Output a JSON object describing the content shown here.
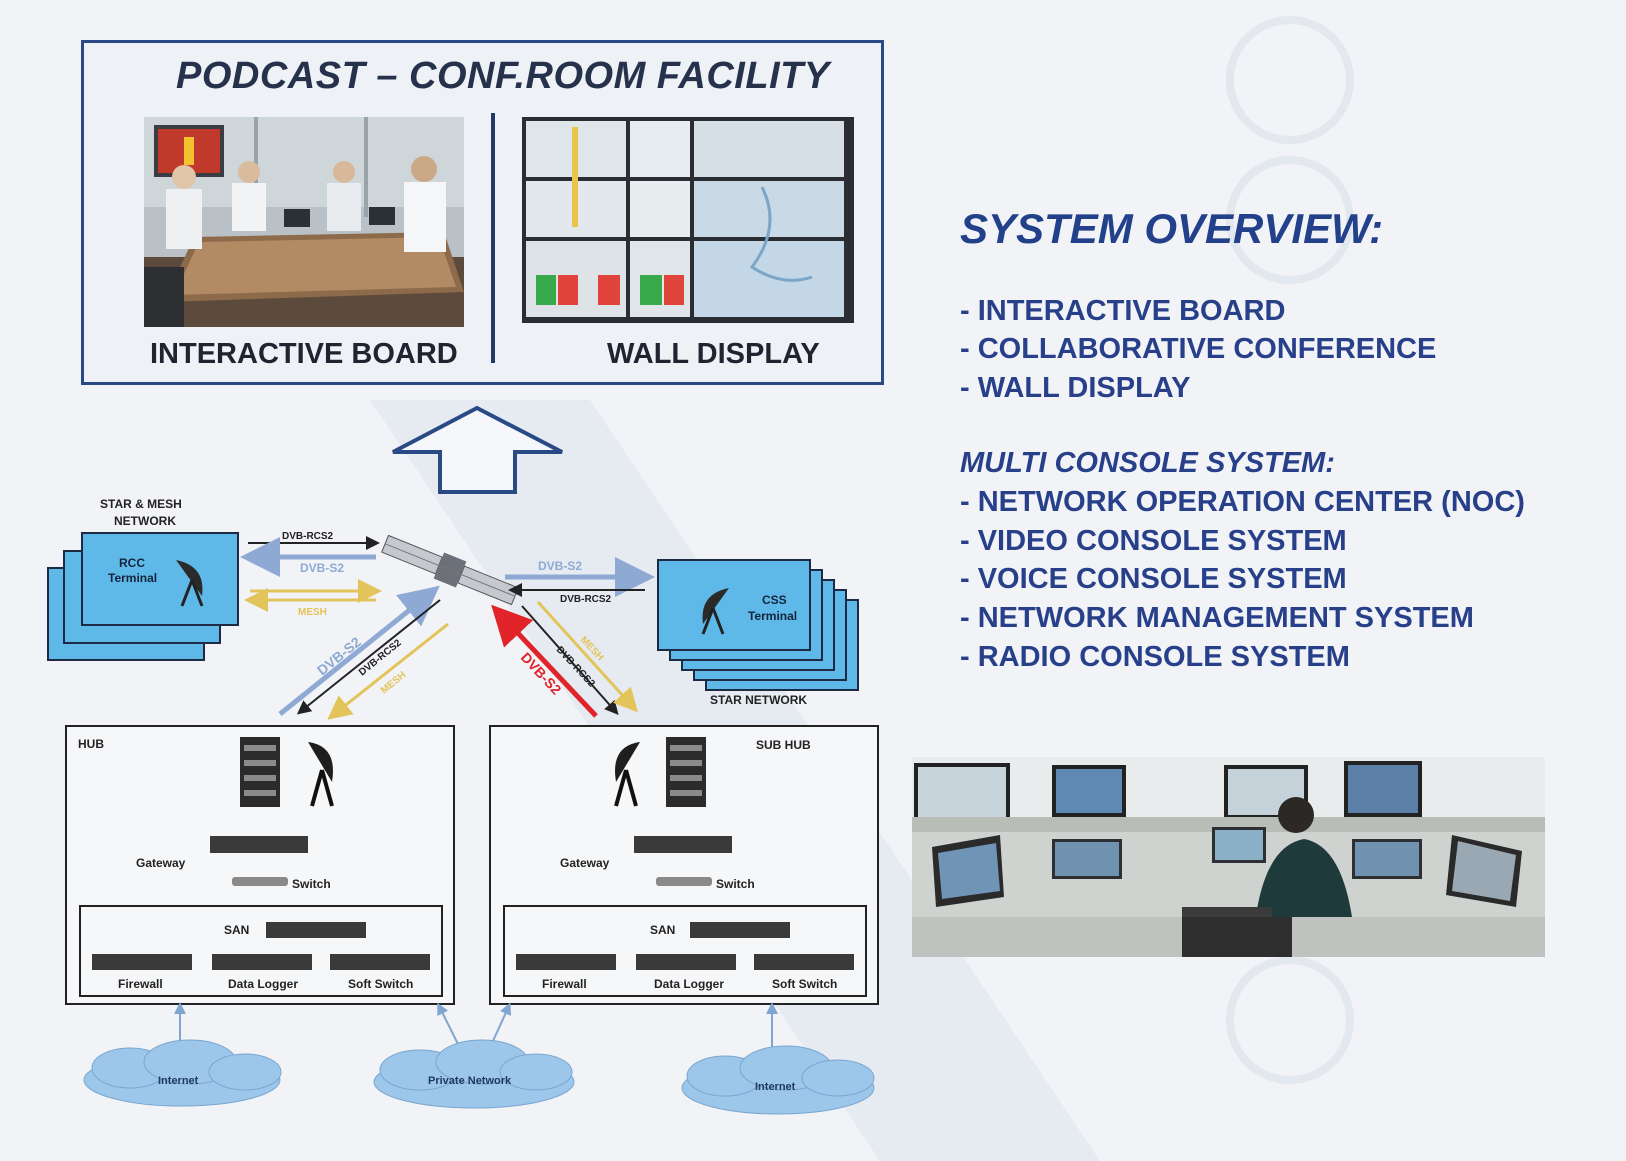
{
  "podcast": {
    "title": "PODCAST – CONF.ROOM  FACILITY",
    "left_label": "INTERACTIVE  BOARD",
    "right_label": "WALL DISPLAY"
  },
  "overview": {
    "heading": "SYSTEM OVERVIEW:",
    "items": [
      "- INTERACTIVE  BOARD",
      "- COLLABORATIVE CONFERENCE",
      "- WALL DISPLAY"
    ],
    "multi_heading": "MULTI CONSOLE SYSTEM:",
    "multi_items": [
      "- NETWORK OPERATION CENTER (NOC)",
      "- VIDEO CONSOLE  SYSTEM",
      "- VOICE CONSOLE  SYSTEM",
      "- NETWORK MANAGEMENT SYSTEM",
      "- RADIO CONSOLE SYSTEM"
    ]
  },
  "diagram": {
    "star_mesh_label_1": "STAR & MESH",
    "star_mesh_label_2": "NETWORK",
    "rcc_terminal_1": "RCC",
    "rcc_terminal_2": "Terminal",
    "css_terminal_1": "CSS",
    "css_terminal_2": "Terminal",
    "star_network_label": "STAR NETWORK",
    "link_dvb_rcs2": "DVB-RCS2",
    "link_dvb_s2": "DVB-S2",
    "link_mesh": "MESH",
    "hub": {
      "title": "HUB",
      "gateway": "Gateway",
      "switch": "Switch",
      "san": "SAN",
      "firewall": "Firewall",
      "data_logger": "Data Logger",
      "soft_switch": "Soft Switch"
    },
    "sub_hub": {
      "title": "SUB HUB",
      "gateway": "Gateway",
      "switch": "Switch",
      "san": "SAN",
      "firewall": "Firewall",
      "data_logger": "Data Logger",
      "soft_switch": "Soft Switch"
    },
    "cloud_left": "Internet",
    "cloud_center": "Private Network",
    "cloud_right": "Internet"
  },
  "colors": {
    "frame_blue": "#2a4a86",
    "text_blue": "#28408a",
    "terminal_fill": "#5fb9e8",
    "link_blue": "#8ea9d3",
    "link_yellow": "#e3c45a",
    "link_red": "#e0242a",
    "cloud": "#9cc6ea"
  },
  "icons": [
    "satellite-icon",
    "satellite-dish-icon",
    "server-rack-icon",
    "up-arrow-icon",
    "cloud-icon"
  ]
}
